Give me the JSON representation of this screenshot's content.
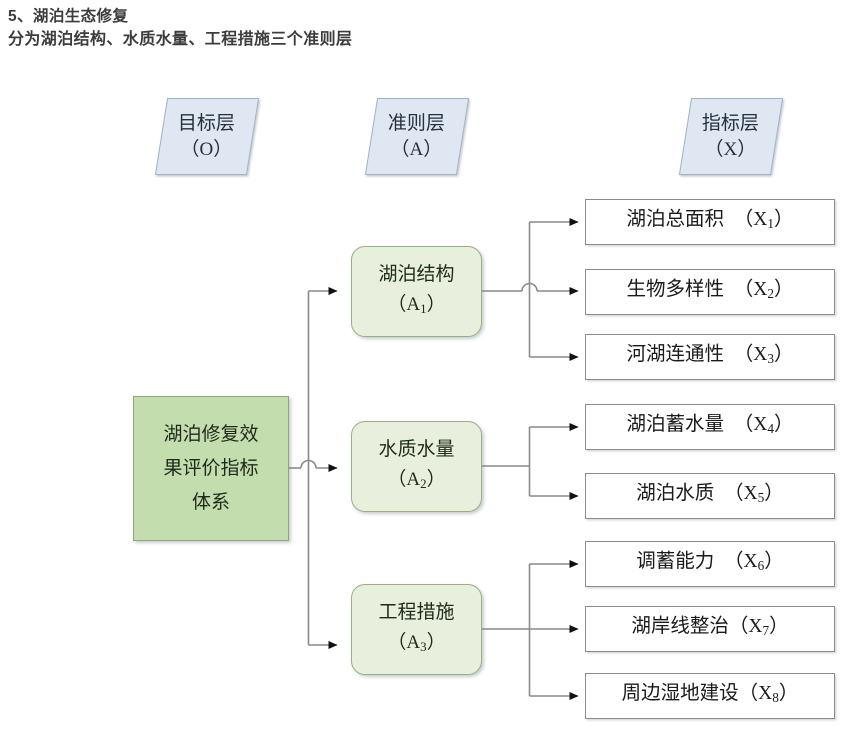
{
  "headings": {
    "line1": "5、湖泊生态修复",
    "line2": "分为湖泊结构、水质水量、工程措施三个准则层"
  },
  "colors": {
    "goal_fill": "#c4ddae",
    "goal_border": "#8aa87a",
    "criteria_fill": "#e9efdd",
    "criteria_border": "#9aae86",
    "header_fill": "#dee7f2",
    "header_border": "#9fb3cc",
    "indicator_fill": "#ffffff",
    "indicator_border": "#8c8c8c",
    "connector": "#8a8a8a",
    "heading_text": "#3c3c3c"
  },
  "layer_headers": [
    {
      "id": "goal-layer",
      "title": "目标层",
      "code": "（O）"
    },
    {
      "id": "criteria-layer",
      "title": "准则层",
      "code": "（A）"
    },
    {
      "id": "indicator-layer",
      "title": "指标层",
      "code": "（X）"
    }
  ],
  "goal": {
    "label": "湖泊修复效果评价指标体系",
    "line1": "湖泊修复效",
    "line2": "果评价指标",
    "line3": "体系"
  },
  "criteria": [
    {
      "id": "A1",
      "name": "湖泊结构",
      "code": "A",
      "sub": "1"
    },
    {
      "id": "A2",
      "name": "水质水量",
      "code": "A",
      "sub": "2"
    },
    {
      "id": "A3",
      "name": "工程措施",
      "code": "A",
      "sub": "3"
    }
  ],
  "indicators": [
    {
      "id": "X1",
      "parent": "A1",
      "name": "湖泊总面积",
      "code": "X",
      "sub": "1",
      "gap": "wide"
    },
    {
      "id": "X2",
      "parent": "A1",
      "name": "生物多样性",
      "code": "X",
      "sub": "2",
      "gap": "wide"
    },
    {
      "id": "X3",
      "parent": "A1",
      "name": "河湖连通性",
      "code": "X",
      "sub": "3",
      "gap": "wide"
    },
    {
      "id": "X4",
      "parent": "A2",
      "name": "湖泊蓄水量",
      "code": "X",
      "sub": "4",
      "gap": "wide"
    },
    {
      "id": "X5",
      "parent": "A2",
      "name": "湖泊水质",
      "code": "X",
      "sub": "5",
      "gap": "wide"
    },
    {
      "id": "X6",
      "parent": "A3",
      "name": "调蓄能力",
      "code": "X",
      "sub": "6",
      "gap": "wide"
    },
    {
      "id": "X7",
      "parent": "A3",
      "name": "湖岸线整治",
      "code": "X",
      "sub": "7",
      "gap": "tight"
    },
    {
      "id": "X8",
      "parent": "A3",
      "name": "周边湿地建设",
      "code": "X",
      "sub": "8",
      "gap": "tight"
    }
  ]
}
